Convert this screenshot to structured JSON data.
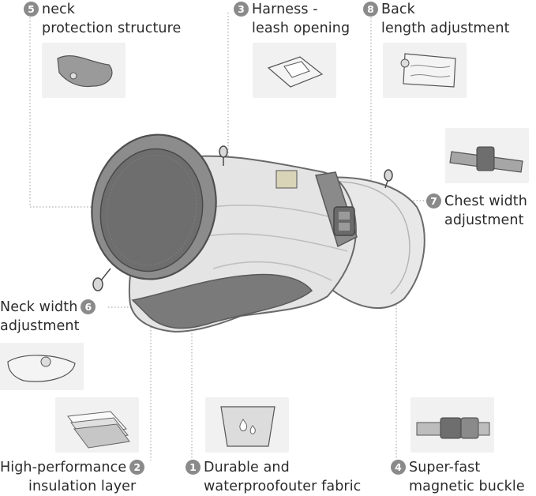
{
  "callouts": {
    "neck_protection": {
      "number": "5",
      "lines": [
        "neck",
        "protection structure"
      ]
    },
    "harness_leash": {
      "number": "3",
      "lines": [
        "Harness -",
        "leash opening"
      ]
    },
    "back_length": {
      "number": "8",
      "lines": [
        "Back",
        "length adjustment"
      ]
    },
    "chest_width": {
      "number": "7",
      "lines": [
        "Chest width",
        "adjustment"
      ]
    },
    "neck_width": {
      "number": "6",
      "lines": [
        "Neck width",
        "adjustment"
      ]
    },
    "insulation": {
      "number": "2",
      "lines": [
        "High-performance",
        "insulation layer"
      ]
    },
    "outer_fabric": {
      "number": "1",
      "lines": [
        "Durable and",
        "waterproofouter fabric"
      ]
    },
    "magnetic_buckle": {
      "number": "4",
      "lines": [
        "Super-fast",
        "magnetic buckle"
      ]
    }
  },
  "colors": {
    "text": "#2b2b2b",
    "badge": "#8a8a8a",
    "leader_line": "#9a9a9a",
    "thumbnail_bg": "#f1f1f1",
    "jacket_body": "#e4e4e4",
    "jacket_dark": "#7a7a7a",
    "collar_mesh": "#6e6e6e"
  }
}
